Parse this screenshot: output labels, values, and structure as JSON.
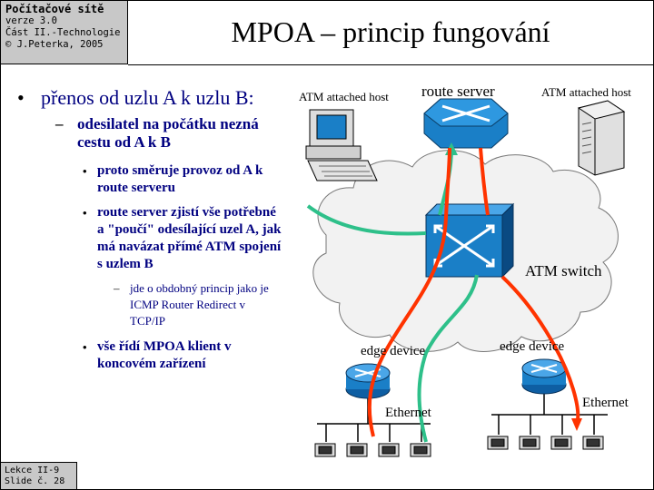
{
  "header": {
    "course": "Počítačové sítě",
    "version": "verze 3.0",
    "part": "Část II.-Technologie",
    "author": "© J.Peterka, 2005"
  },
  "title": "MPOA – princip fungování",
  "bullets": {
    "l1": "přenos od uzlu A k uzlu B:",
    "l2": "odesilatel na počátku nezná cestu od A k B",
    "l3a": "proto směruje provoz od A k route serveru",
    "l3b": "route server zjistí vše potřebné a \"poučí\" odesílající uzel A, jak má navázat přímé ATM spojení s uzlem B",
    "l4": "jde o obdobný princip jako je ICMP Router Redirect v TCP/IP",
    "l3c": "vše řídí MPOA klient v koncovém zařízení",
    "markers": {
      "l1": "•",
      "l2": "–",
      "l3": "•",
      "l4": "–"
    }
  },
  "diagram": {
    "atm_host_left": "ATM attached host",
    "route_server": "route server",
    "atm_host_right": "ATM attached host",
    "atm_switch": "ATM switch",
    "edge_device_left": "edge device",
    "edge_device_right": "edge device",
    "ethernet_left": "Ethernet",
    "ethernet_right": "Ethernet"
  },
  "colors": {
    "router_blue": "#1a7fc7",
    "red_path": "#ff3300",
    "green_path": "#2ec08a",
    "text_blue": "#000080"
  },
  "footer": {
    "lecture": "Lekce II-9",
    "slide": "Slide č. 28"
  }
}
